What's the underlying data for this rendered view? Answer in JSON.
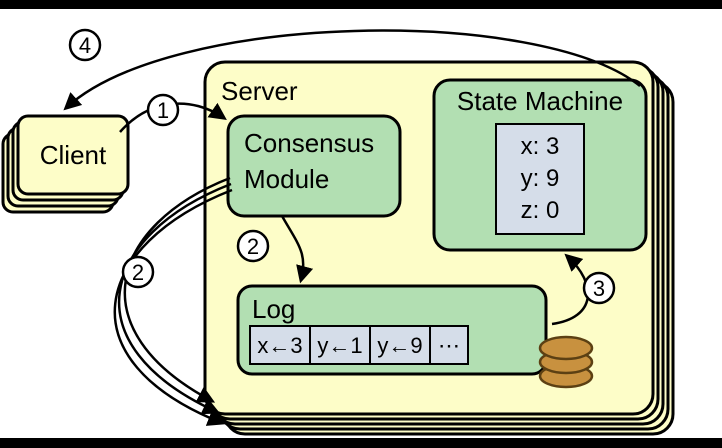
{
  "colors": {
    "background": "#ffffff",
    "frame_black": "#000000",
    "sheet_yellow": "#fdfdc8",
    "module_green": "#b2dfb2",
    "cell_blue": "#d5dde9",
    "coin_brown": "#c8913f",
    "coin_edge": "#5c4013",
    "line_black": "#000000"
  },
  "client": {
    "label": "Client"
  },
  "server": {
    "label": "Server",
    "consensus_module": {
      "line1": "Consensus",
      "line2": "Module"
    },
    "state_machine": {
      "title": "State Machine",
      "values": [
        "x: 3",
        "y: 9",
        "z: 0"
      ]
    },
    "log": {
      "title": "Log",
      "entries": [
        "x←3",
        "y←1",
        "y←9",
        "⋯"
      ]
    }
  },
  "steps": {
    "one": "1",
    "two": "2",
    "three": "3",
    "four": "4"
  }
}
